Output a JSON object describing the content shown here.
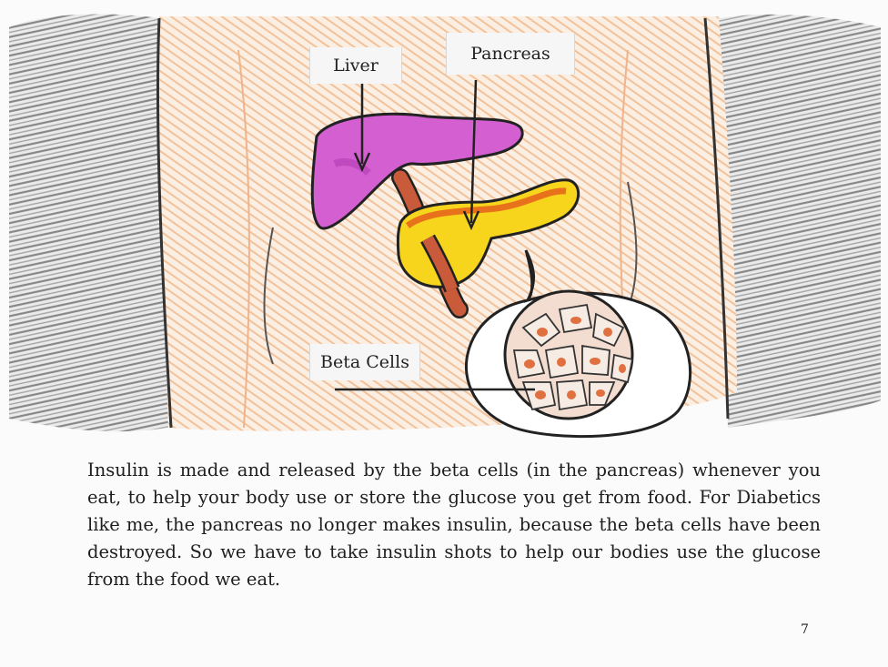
{
  "labels": {
    "liver": "Liver",
    "pancreas": "Pancreas",
    "beta_cells": "Beta Cells"
  },
  "body_text": "Insulin is made and released by the beta cells (in the pancreas) whenever you eat, to help your body use or store the glucose you get from food. For Diabetics like me, the pancreas no longer makes insulin, because the beta cells have been destroyed. So we have to take insulin shots to help our bodies use the glucose from the food we eat.",
  "page_number": "7",
  "colors": {
    "liver": "#d35fd0",
    "pancreas": "#f7d51d",
    "pancreas_outline": "#e8721b",
    "artery": "#c95a3a",
    "skin": "#f4c9a6",
    "shading": "#8a8a8a",
    "beta_cell_spot": "#e07040"
  }
}
